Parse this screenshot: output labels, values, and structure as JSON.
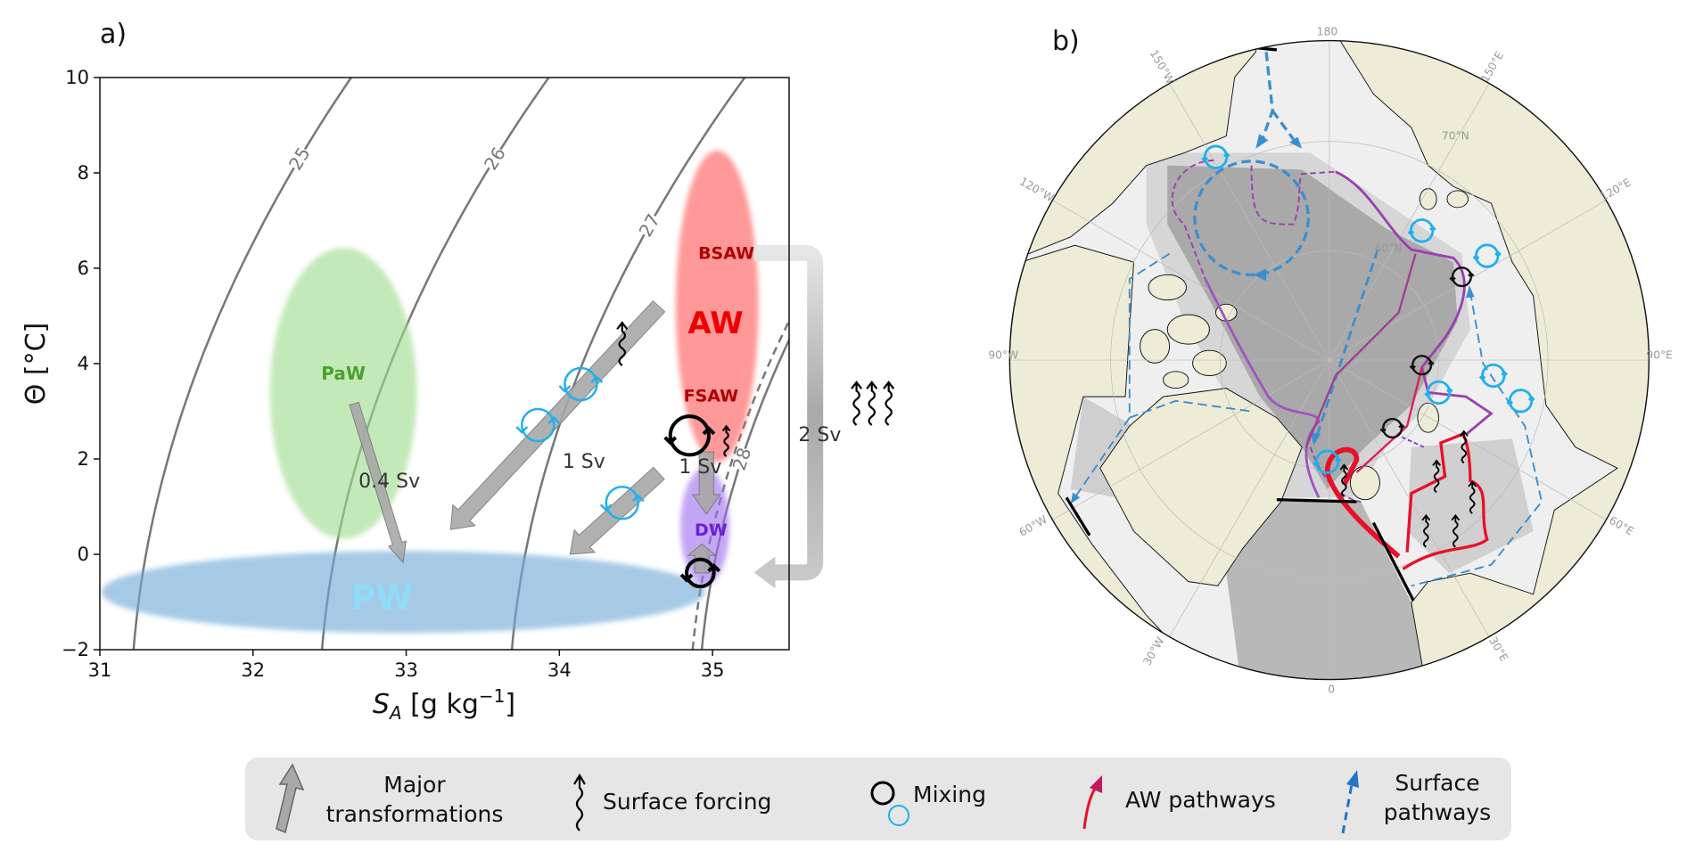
{
  "panel_a": {
    "label": "a)"
  },
  "panel_b": {
    "label": "b)",
    "graticule_labels": [
      "180",
      "150°W",
      "120°W",
      "90°W",
      "60°W",
      "30°W",
      "0",
      "30°E",
      "60°E",
      "90°E",
      "120°E",
      "150°E",
      "70°N",
      "80°N"
    ]
  },
  "legend": {
    "items": [
      {
        "line1": "Major",
        "line2": "transformations",
        "icon": "grey-arrow-icon"
      },
      {
        "line1": "Surface forcing",
        "icon": "squiggle-arrow-icon"
      },
      {
        "line1": "Mixing",
        "icon": "mixing-icon"
      },
      {
        "line1": "AW pathways",
        "icon": "red-arrow-icon"
      },
      {
        "line1": "Surface",
        "line2": "pathways",
        "icon": "dashed-blue-arrow-icon"
      }
    ]
  },
  "colors": {
    "PaW": "#9fdc8e",
    "PW": "#6fa9d8",
    "AW": "#ff4b4b",
    "DW": "#a070f0",
    "arrow": "#a8a8a8",
    "mixing_blue": "#1fb0ee",
    "isopycnal": "#777777",
    "land": "#eeecd6",
    "aw_path": "#e8102a",
    "surface_path": "#3a8fd0",
    "purple_path": "#9b3fb0"
  },
  "chart_data": {
    "type": "diagram",
    "title": "",
    "xlabel": {
      "symbol": "S",
      "sub": "A",
      "unit": " [g kg",
      "sup": "−1",
      "close": "]"
    },
    "ylabel": "Θ [°C]",
    "xlim": [
      31,
      35.5
    ],
    "ylim": [
      -2,
      10
    ],
    "xticks": [
      "31",
      "32",
      "33",
      "34",
      "35"
    ],
    "yticks": [
      "−2",
      "0",
      "2",
      "4",
      "6",
      "8",
      "10"
    ],
    "ytick_values": [
      -2,
      0,
      2,
      4,
      6,
      8,
      10
    ],
    "xtick_values": [
      31,
      32,
      33,
      34,
      35
    ],
    "isopycnals": [
      {
        "label": "25",
        "s_at_tmin": 31.22,
        "span": 1.42,
        "dashed": false,
        "label_t": 8.3
      },
      {
        "label": "26",
        "s_at_tmin": 32.45,
        "span": 1.48,
        "dashed": false,
        "label_t": 8.3
      },
      {
        "label": "27",
        "s_at_tmin": 33.69,
        "span": 1.52,
        "dashed": false,
        "label_t": 6.9
      },
      {
        "label": "28",
        "s_at_tmin": 34.93,
        "span": 1.65,
        "dashed": false,
        "label_t": 2.0
      },
      {
        "label": "",
        "s_at_tmin": 34.87,
        "span": 1.65,
        "dashed": true,
        "label_t": null
      }
    ],
    "water_masses": [
      {
        "name": "PaW",
        "s": 32.59,
        "t": 3.38,
        "ds": 0.48,
        "dt": 3.05,
        "color": "#9fdc8e"
      },
      {
        "name": "PW",
        "s": 32.98,
        "t": -0.79,
        "ds": 1.97,
        "dt": 0.86,
        "color": "#6fa9d8"
      },
      {
        "name": "AW",
        "s": 35.03,
        "t": 5.2,
        "ds": 0.27,
        "dt": 3.27,
        "color": "#ff5a5a"
      },
      {
        "name": "DW",
        "s": 34.95,
        "t": 0.58,
        "ds": 0.16,
        "dt": 1.23,
        "color": "#a070f0"
      }
    ],
    "labels": [
      {
        "text": "PaW",
        "s": 32.59,
        "t": 3.79,
        "color": "#4aa02c",
        "size": 20
      },
      {
        "text": "PW",
        "s": 32.84,
        "t": -0.9,
        "color": "#8fdcf8",
        "size": 38
      },
      {
        "text": "AW",
        "s": 35.02,
        "t": 4.86,
        "color": "#ee0000",
        "size": 34
      },
      {
        "text": "BSAW",
        "s": 35.09,
        "t": 6.32,
        "color": "#b00000",
        "size": 19
      },
      {
        "text": "FSAW",
        "s": 34.99,
        "t": 3.33,
        "color": "#b00000",
        "size": 19
      },
      {
        "text": "DW",
        "s": 34.99,
        "t": 0.52,
        "color": "#6a1fd6",
        "size": 19
      }
    ],
    "transformations": [
      {
        "from": [
          32.66,
          3.16
        ],
        "to": [
          32.98,
          -0.17
        ],
        "label": "0.4 Sv",
        "label_at": [
          32.89,
          1.4
        ],
        "width": 0.6
      },
      {
        "from": [
          34.65,
          5.2
        ],
        "to": [
          33.29,
          0.52
        ],
        "label": "1 Sv",
        "label_at": [
          34.16,
          1.81
        ],
        "width": 1
      },
      {
        "from": [
          34.65,
          1.7
        ],
        "to": [
          34.07,
          0.0
        ],
        "label": "",
        "label_at": null,
        "width": 1
      },
      {
        "from": [
          34.96,
          2.15
        ],
        "to": [
          34.96,
          0.84
        ],
        "label": "1 Sv",
        "label_at": [
          34.92,
          1.7
        ],
        "width": 0.9
      },
      {
        "from": [
          34.93,
          -0.39
        ],
        "to": [
          34.93,
          0.22
        ],
        "label": "",
        "label_at": null,
        "width": 0.9
      }
    ],
    "recirculation": {
      "from": [
        35.27,
        6.32
      ],
      "turn_s": 35.67,
      "to": [
        35.27,
        -0.38
      ],
      "label": "2 Sv",
      "label_at": [
        35.7,
        2.37
      ]
    },
    "mixing": [
      {
        "s": 33.86,
        "t": 2.71,
        "color": "#1fb0ee",
        "size": 1
      },
      {
        "s": 34.14,
        "t": 3.57,
        "color": "#1fb0ee",
        "size": 1
      },
      {
        "s": 34.41,
        "t": 1.08,
        "color": "#1fb0ee",
        "size": 1
      },
      {
        "s": 34.85,
        "t": 2.49,
        "color": "#000000",
        "size": 1.2
      },
      {
        "s": 34.92,
        "t": -0.39,
        "color": "#000000",
        "size": 0.85
      }
    ],
    "surface_forcing": [
      {
        "s": 34.41,
        "t": 4.41,
        "size": 1
      },
      {
        "s": 35.09,
        "t": 2.37,
        "size": 0.7
      },
      {
        "s": 35.94,
        "t": 3.16,
        "size": 1
      },
      {
        "s": 36.04,
        "t": 3.16,
        "size": 1
      },
      {
        "s": 36.15,
        "t": 3.16,
        "size": 1
      }
    ]
  }
}
